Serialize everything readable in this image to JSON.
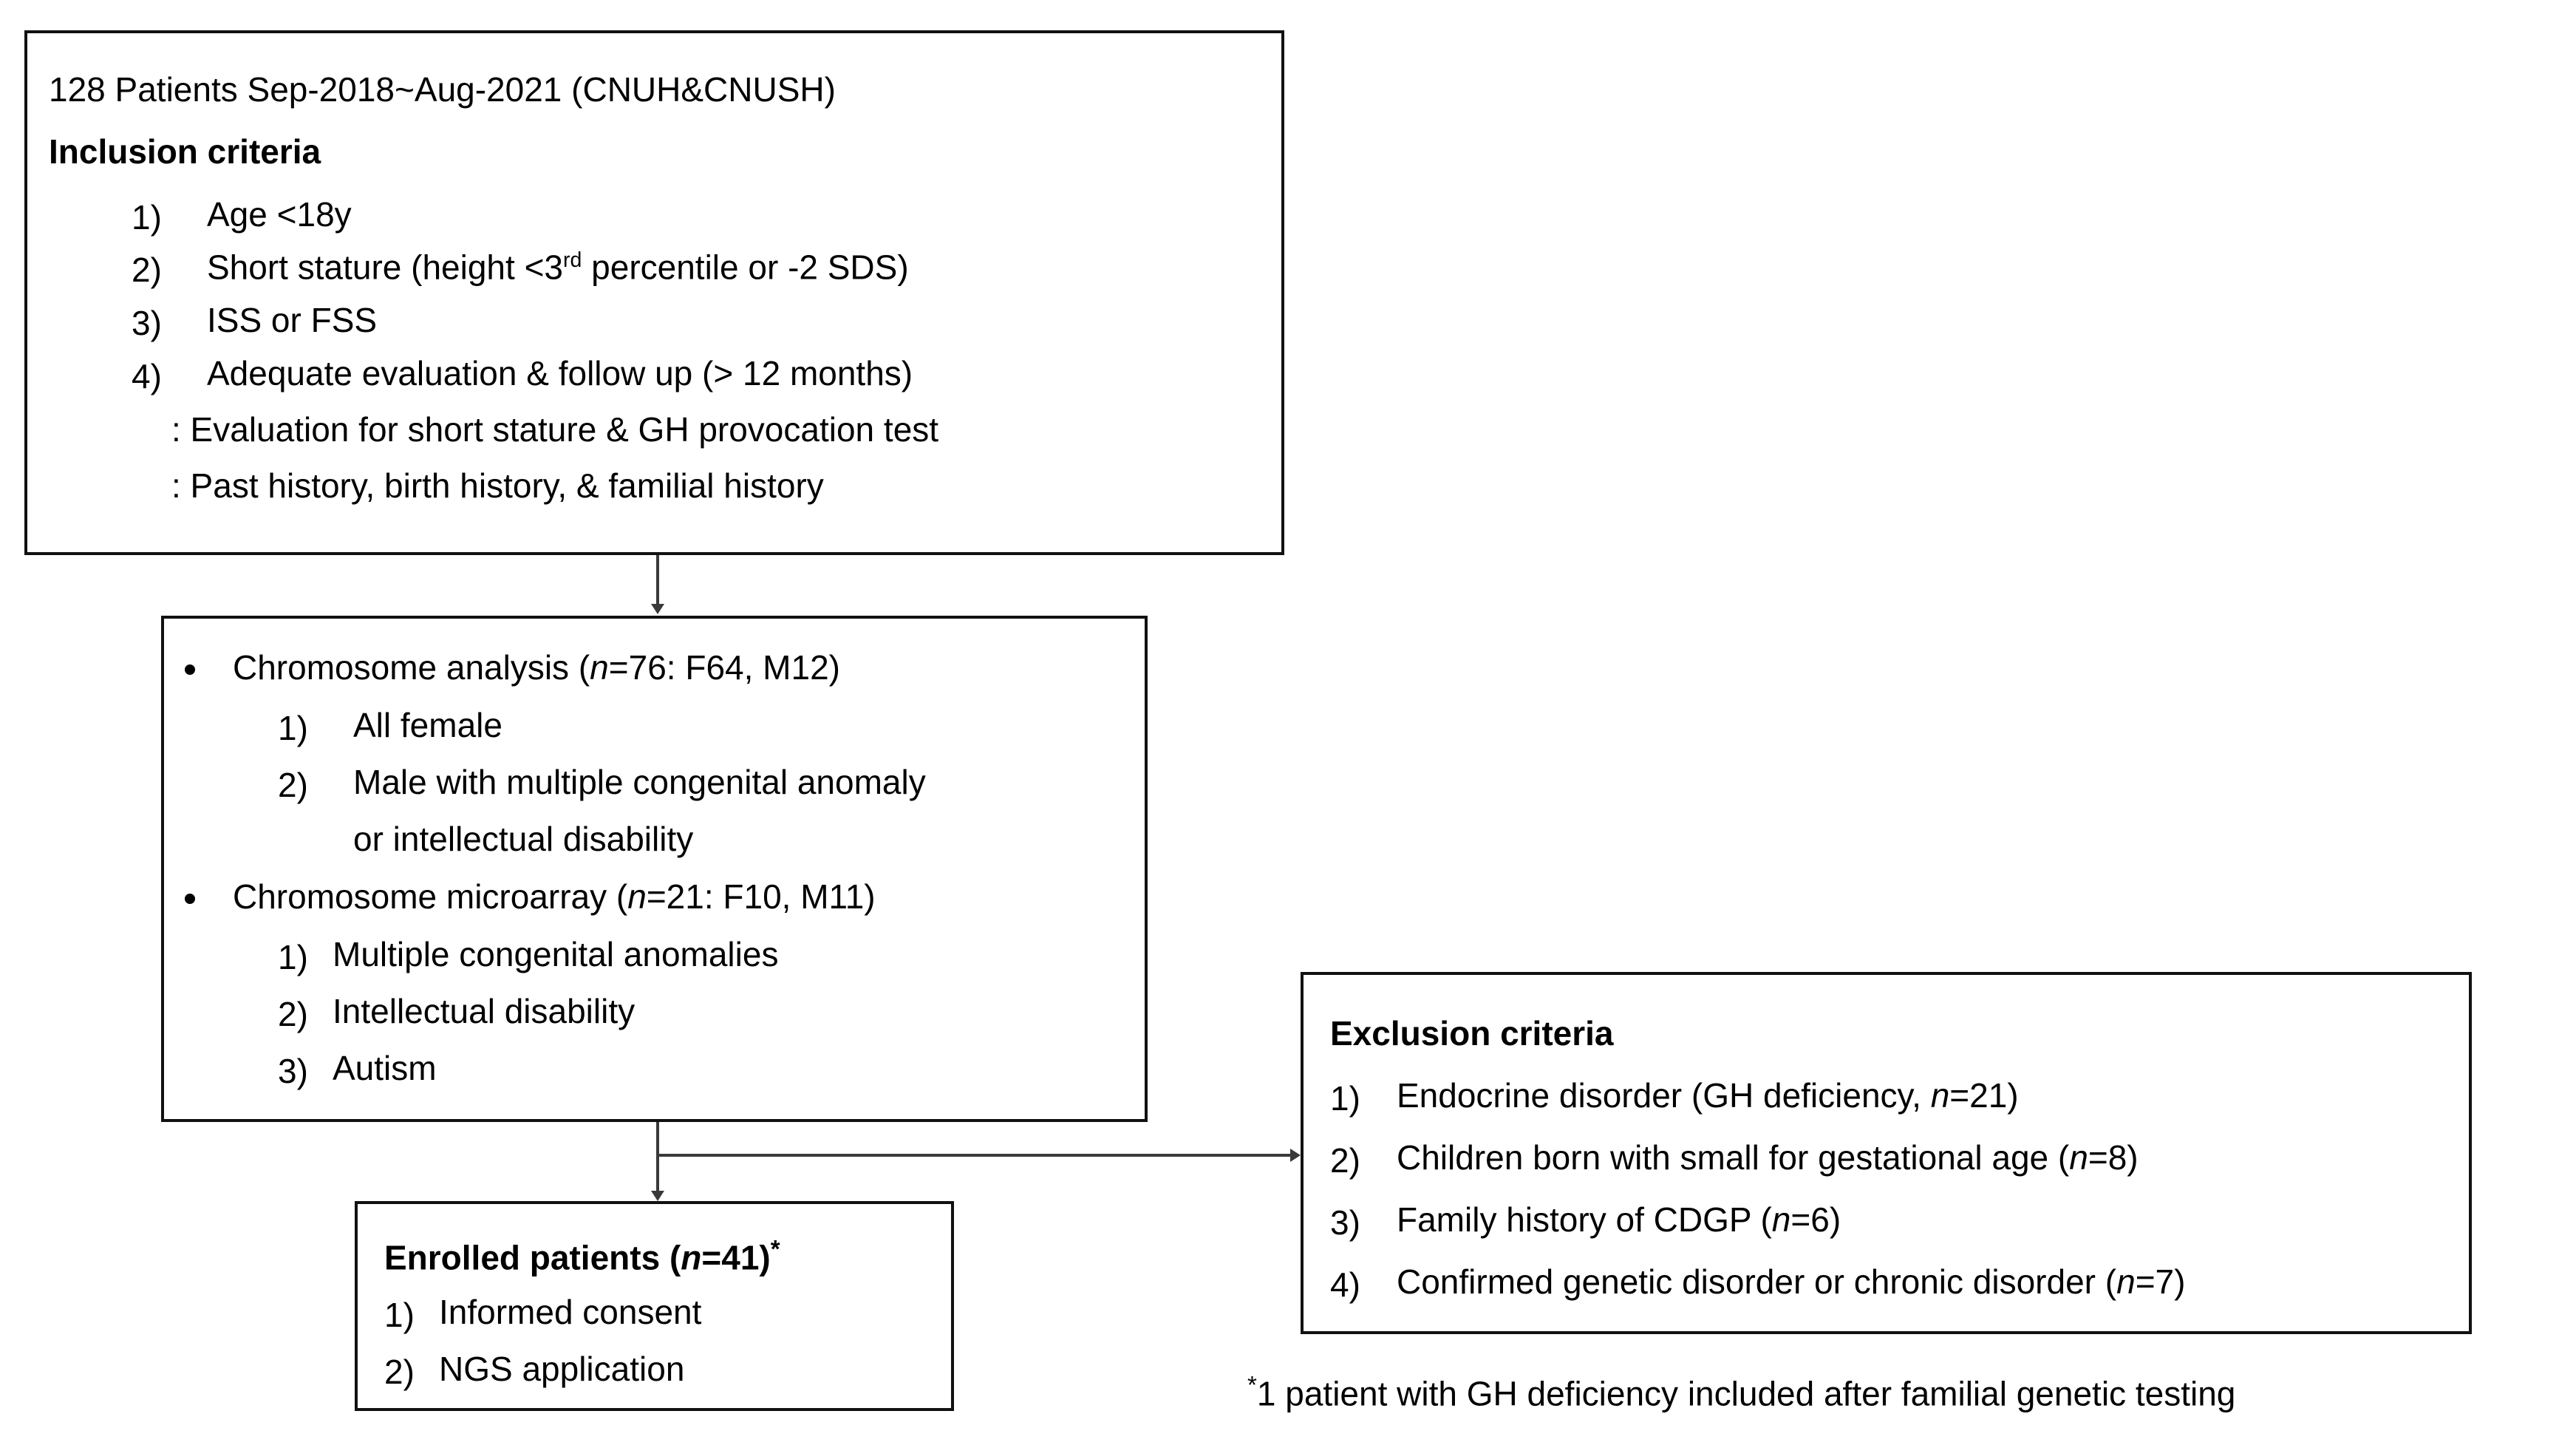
{
  "figure": {
    "type": "study-flow-diagram",
    "title": "Patient enrollment flowchart"
  },
  "inclusion_box": {
    "header": "128 Patients Sep-2018~Aug-2021 (CNUH&CNUSH)",
    "subtitle": "Inclusion criteria",
    "items": [
      {
        "num": "1)",
        "text": "Age <18y"
      },
      {
        "num": "2)",
        "text_pre": "Short stature (height <3",
        "sup": "rd",
        "text_post": " percentile or -2 SDS)"
      },
      {
        "num": "3)",
        "text": "ISS or FSS"
      },
      {
        "num": "4)",
        "text": "Adequate evaluation & follow up (> 12 months)"
      }
    ],
    "notes": [
      ": Evaluation for short stature & GH provocation test",
      ": Past history, birth history, & familial history"
    ]
  },
  "testing_box": {
    "groups": [
      {
        "bullet_pre": "Chromosome analysis (",
        "bullet_ital": "n",
        "bullet_post": "=76: F64, M12)",
        "items": [
          {
            "num": "1)",
            "text": "All female"
          },
          {
            "num": "2)",
            "text": "Male with multiple congenital anomaly"
          },
          {
            "num": "",
            "text": "or intellectual disability"
          }
        ]
      },
      {
        "bullet_pre": "Chromosome microarray (",
        "bullet_ital": "n",
        "bullet_post": "=21: F10, M11)",
        "items": [
          {
            "num": "1)",
            "text": "Multiple congenital anomalies"
          },
          {
            "num": "2)",
            "text": "Intellectual disability"
          },
          {
            "num": "3)",
            "text": "Autism"
          }
        ]
      }
    ]
  },
  "exclusion_box": {
    "title": "Exclusion criteria",
    "items": [
      {
        "num": "1)",
        "pre": "Endocrine disorder (GH deficiency, ",
        "ital": "n",
        "post": "=21)"
      },
      {
        "num": "2)",
        "pre": "Children born with small for gestational age (",
        "ital": "n",
        "post": "=8)"
      },
      {
        "num": "3)",
        "pre": "Family history of CDGP (",
        "ital": "n",
        "post": "=6)"
      },
      {
        "num": "4)",
        "pre": "Confirmed genetic disorder or chronic disorder (",
        "ital": "n",
        "post": "=7)"
      }
    ]
  },
  "enrolled_box": {
    "title_pre": "Enrolled patients (",
    "title_ital": "n",
    "title_post": "=41)",
    "title_star": "*",
    "items": [
      {
        "num": "1)",
        "text": "Informed consent"
      },
      {
        "num": "2)",
        "text": "NGS application"
      }
    ]
  },
  "footnote": {
    "star": "*",
    "text": "1 patient with GH deficiency included after familial genetic testing"
  },
  "colors": {
    "border": "#111111",
    "connector": "#3a3a3a",
    "text": "#000000",
    "background": "#ffffff"
  }
}
